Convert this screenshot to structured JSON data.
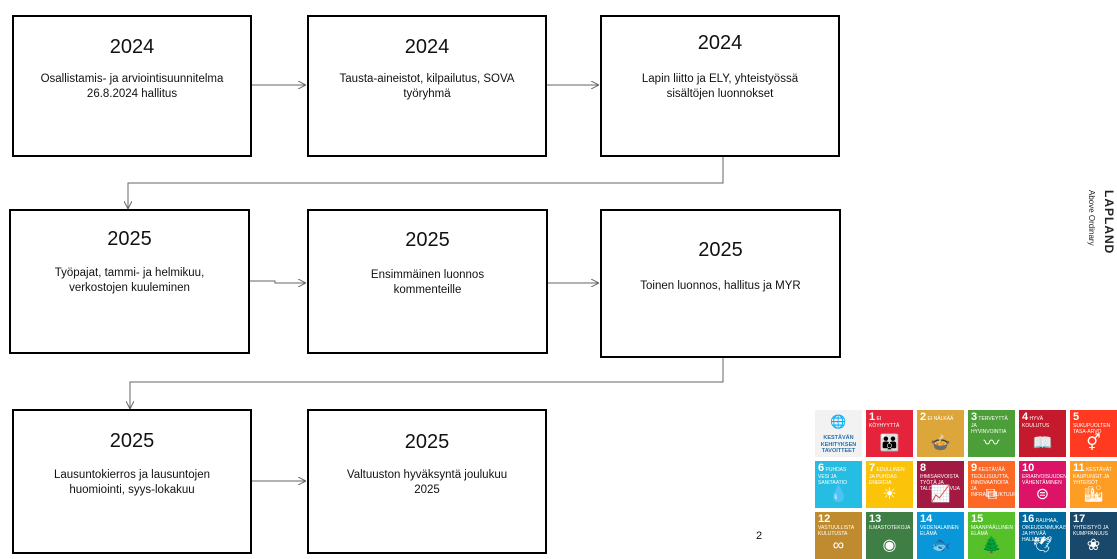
{
  "steps": [
    {
      "year": "2024",
      "text": "Osallistamis- ja arviointisuunnitelma\n26.8.2024 hallitus"
    },
    {
      "year": "2024",
      "text": "Tausta-aineistot, kilpailutus,  SOVA\ntyöryhmä"
    },
    {
      "year": "2024",
      "text": "Lapin liitto ja ELY, yhteistyössä\nsisältöjen luonnokset"
    },
    {
      "year": "2025",
      "text": "Työpajat, tammi- ja helmikuu,\nverkostojen kuuleminen"
    },
    {
      "year": "2025",
      "text": "Ensimmäinen luonnos\nkommenteille"
    },
    {
      "year": "2025",
      "text": "Toinen luonnos, hallitus ja MYR"
    },
    {
      "year": "2025",
      "text": "Lausuntokierros ja lausuntojen\nhuomiointi, syys-lokakuu"
    },
    {
      "year": "2025",
      "text": "Valtuuston hyväksyntä joulukuu\n2025"
    }
  ],
  "logo": {
    "name": "LAPLAND",
    "tagline": "Above Ordinary"
  },
  "page_number": "2",
  "sdg": {
    "logo_label": "KESTÄVÄN KEHITYKSEN TAVOITTEET",
    "logo_icon": "un-emblem-icon",
    "tiles": [
      {
        "num": "1",
        "label": "EI KÖYHYYTTÄ",
        "color": "#e5243b",
        "icon": "people-icon"
      },
      {
        "num": "2",
        "label": "EI NÄLKÄÄ",
        "color": "#dda63a",
        "icon": "bowl-icon"
      },
      {
        "num": "3",
        "label": "TERVEYTTÄ JA HYVINVOINTIA",
        "color": "#4c9f38",
        "icon": "heartbeat-icon"
      },
      {
        "num": "4",
        "label": "HYVÄ KOULUTUS",
        "color": "#c5192d",
        "icon": "book-icon"
      },
      {
        "num": "5",
        "label": "SUKUPUOLTEN TASA-ARVO",
        "color": "#ff3a21",
        "icon": "gender-icon"
      },
      {
        "num": "6",
        "label": "PUHDAS VESI JA SANITAATIO",
        "color": "#26bde2",
        "icon": "water-icon"
      },
      {
        "num": "7",
        "label": "EDULLINEN JA PUHDAS ENERGIA",
        "color": "#fcc30b",
        "icon": "sun-icon"
      },
      {
        "num": "8",
        "label": "IHMISARVOISTA TYÖTÄ JA TALOUSKASVUA",
        "color": "#a21942",
        "icon": "growth-icon"
      },
      {
        "num": "9",
        "label": "KESTÄVÄÄ TEOLLISUUTTA, INNOVAATIOITA JA INFRASTRUKTUUREJA",
        "color": "#fd6925",
        "icon": "cubes-icon"
      },
      {
        "num": "10",
        "label": "ERIARVOISUUDEN VÄHENTÄMINEN",
        "color": "#dd1367",
        "icon": "equality-icon"
      },
      {
        "num": "11",
        "label": "KESTÄVÄT KAUPUNGIT JA YHTEISÖT",
        "color": "#fd9d24",
        "icon": "city-icon"
      },
      {
        "num": "12",
        "label": "VASTUULLISTA KULUTUSTA",
        "color": "#bf8b2e",
        "icon": "infinity-icon"
      },
      {
        "num": "13",
        "label": "ILMASTOTEKOJA",
        "color": "#3f7e44",
        "icon": "eye-icon"
      },
      {
        "num": "14",
        "label": "VEDENALAINEN ELÄMÄ",
        "color": "#0a97d9",
        "icon": "fish-icon"
      },
      {
        "num": "15",
        "label": "MAANPÄÄLLINEN ELÄMÄ",
        "color": "#56c02b",
        "icon": "tree-icon"
      },
      {
        "num": "16",
        "label": "RAUHAA, OIKEUDENMUKAISUUTTA JA HYVÄÄ HALLINTOA",
        "color": "#00689d",
        "icon": "dove-icon"
      },
      {
        "num": "17",
        "label": "YHTEISTYÖ JA KUMPPANUUS",
        "color": "#19486a",
        "icon": "rings-icon"
      }
    ]
  }
}
